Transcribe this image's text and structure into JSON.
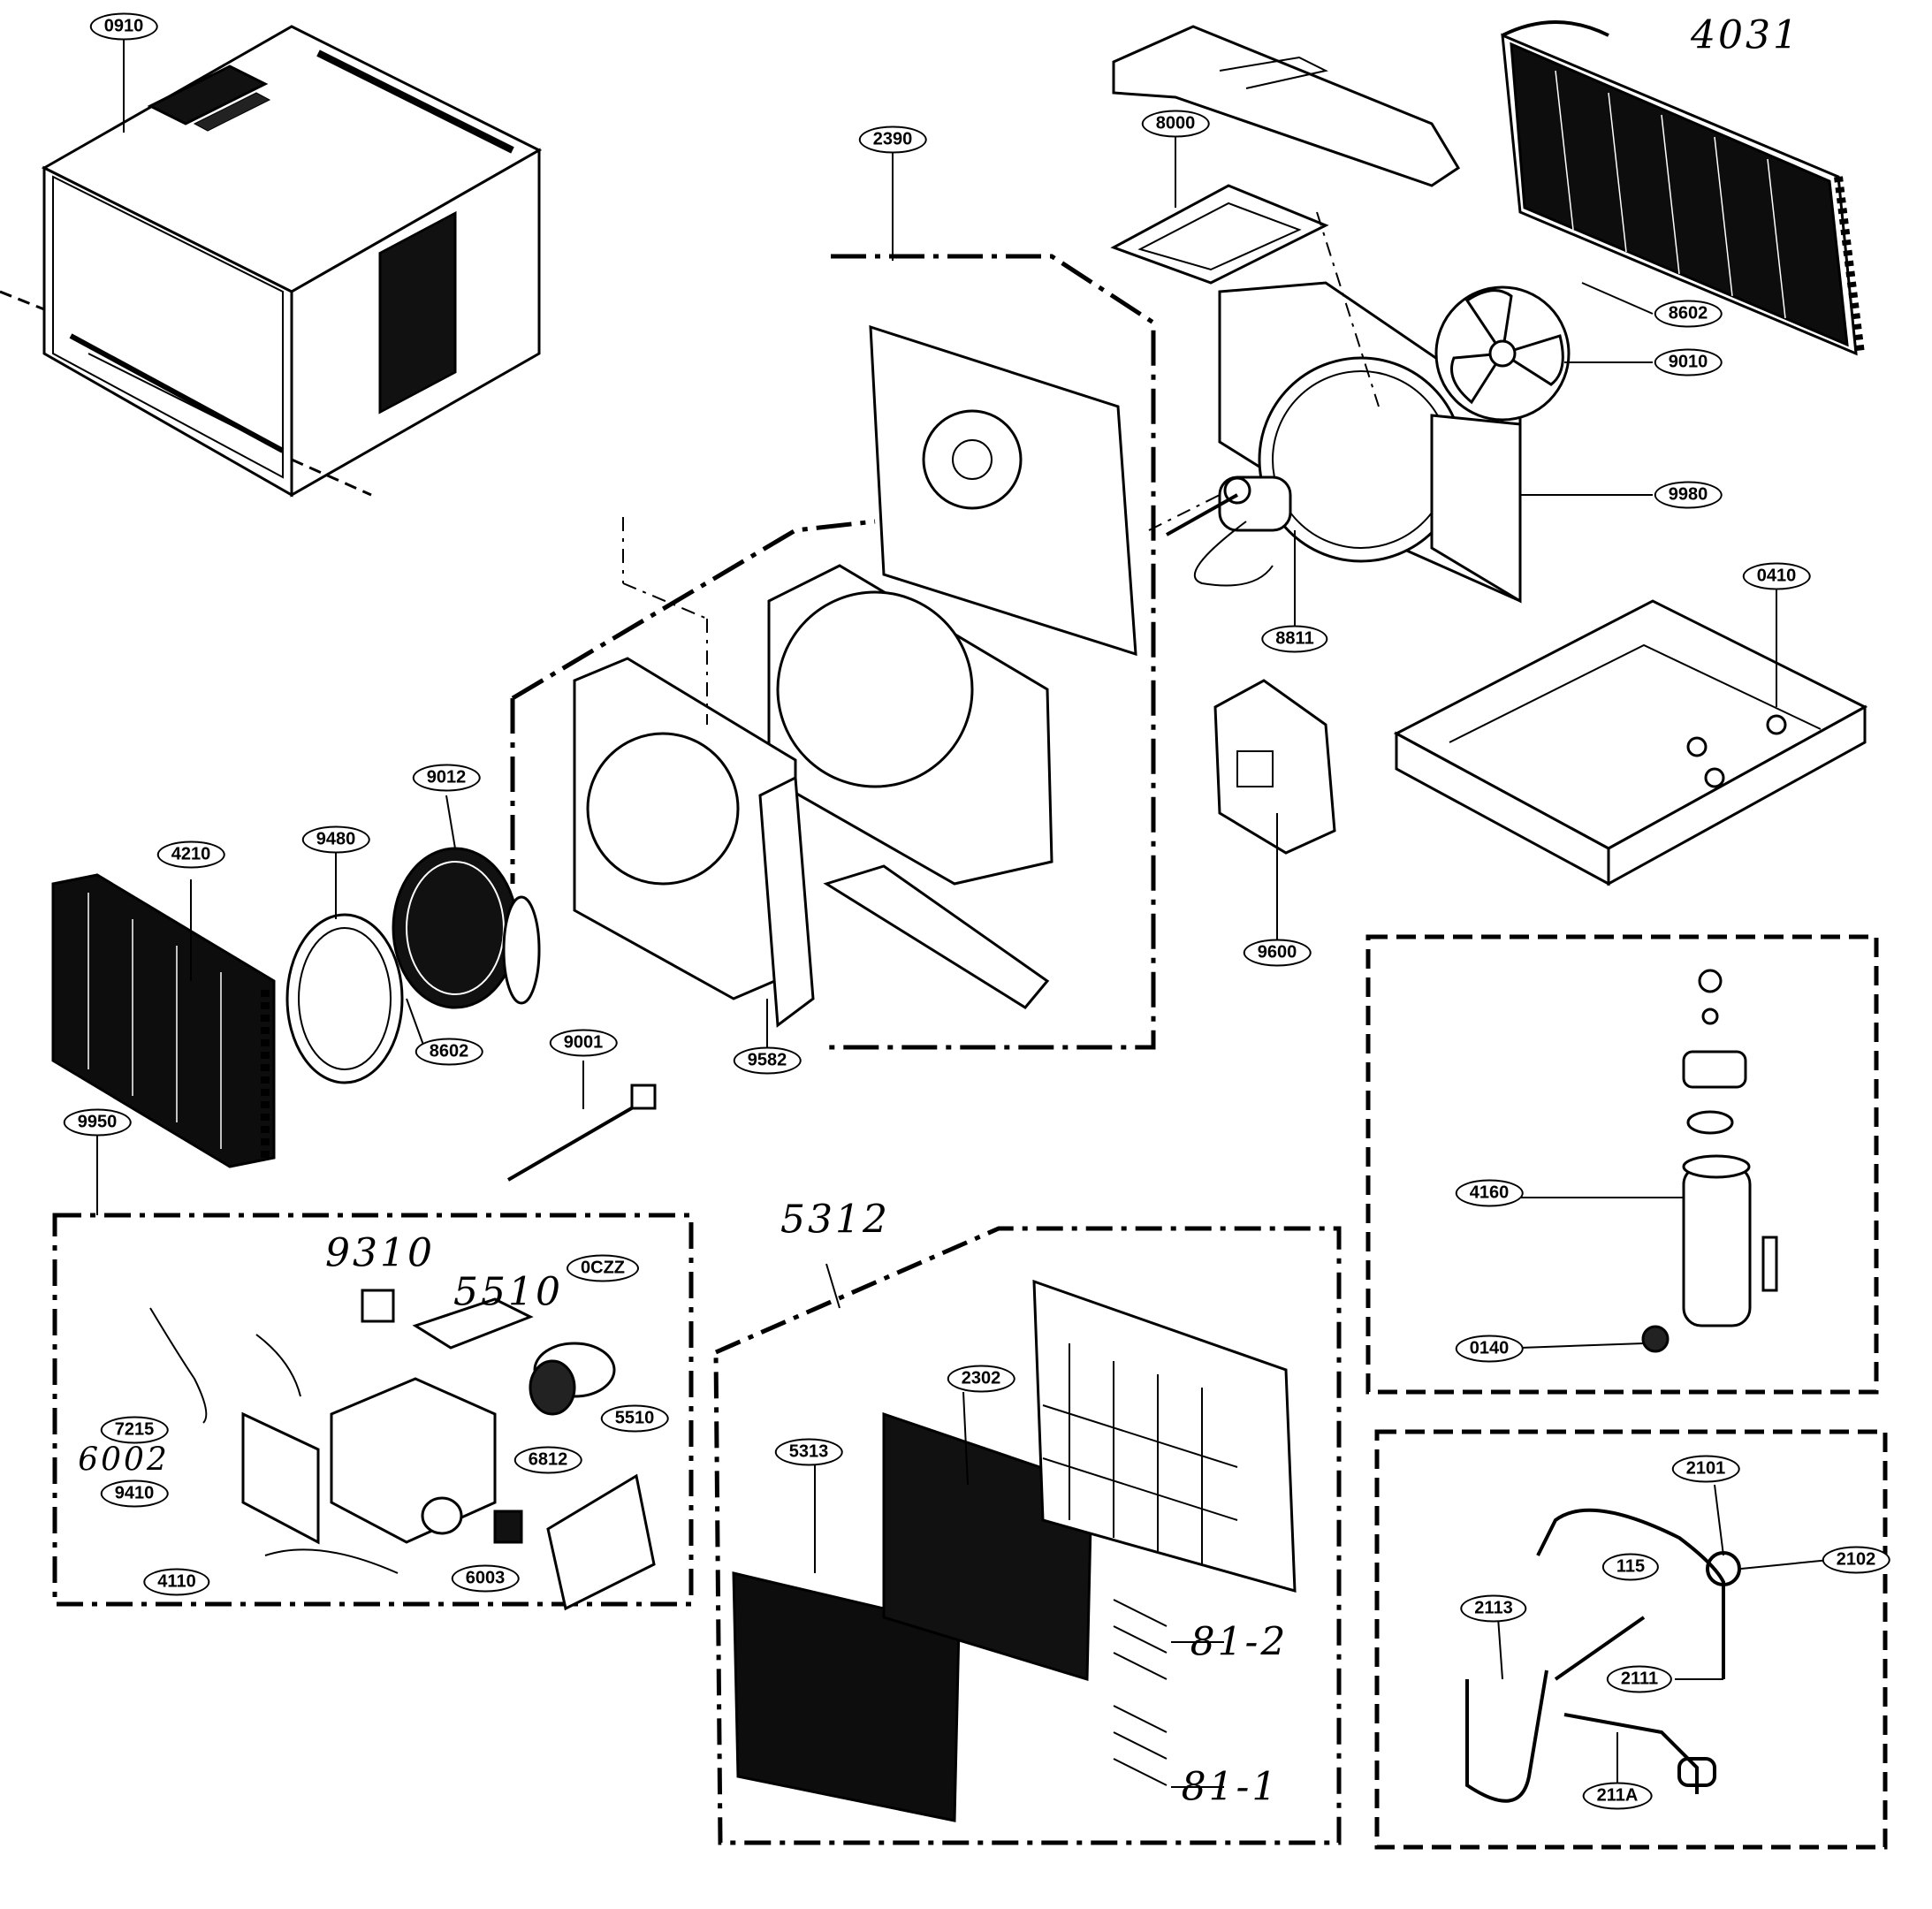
{
  "labels": {
    "l_0910": "0910",
    "l_4031": "4031",
    "l_8000": "8000",
    "l_2390": "2390",
    "l_8602a": "8602",
    "l_9010": "9010",
    "l_9980": "9980",
    "l_8811": "8811",
    "l_0410": "0410",
    "l_9012": "9012",
    "l_9480": "9480",
    "l_4210": "4210",
    "l_8602b": "8602",
    "l_9582": "9582",
    "l_9001": "9001",
    "l_9600": "9600",
    "l_9950": "9950",
    "l_9310": "9310",
    "l_5510a": "5510",
    "l_0czz": "0CZZ",
    "l_7215": "7215",
    "l_6002": "6002",
    "l_9410": "9410",
    "l_6812": "6812",
    "l_5510b": "5510",
    "l_4110": "4110",
    "l_6003": "6003",
    "l_5312": "5312",
    "l_2302": "2302",
    "l_5313": "5313",
    "l_81_2": "81-2",
    "l_81_1": "81-1",
    "l_4160": "4160",
    "l_0140": "0140",
    "l_2101": "2101",
    "l_2102": "2102",
    "l_115": "115",
    "l_2113": "2113",
    "l_2111": "2111",
    "l_211a": "211A"
  },
  "icons": {
    "cabinet": "cabinet-icon",
    "condenser": "condenser-coil-icon",
    "fan": "fan-blade-icon",
    "blower": "blower-wheel-icon",
    "compressor": "compressor-icon",
    "grille": "front-grille-icon"
  }
}
